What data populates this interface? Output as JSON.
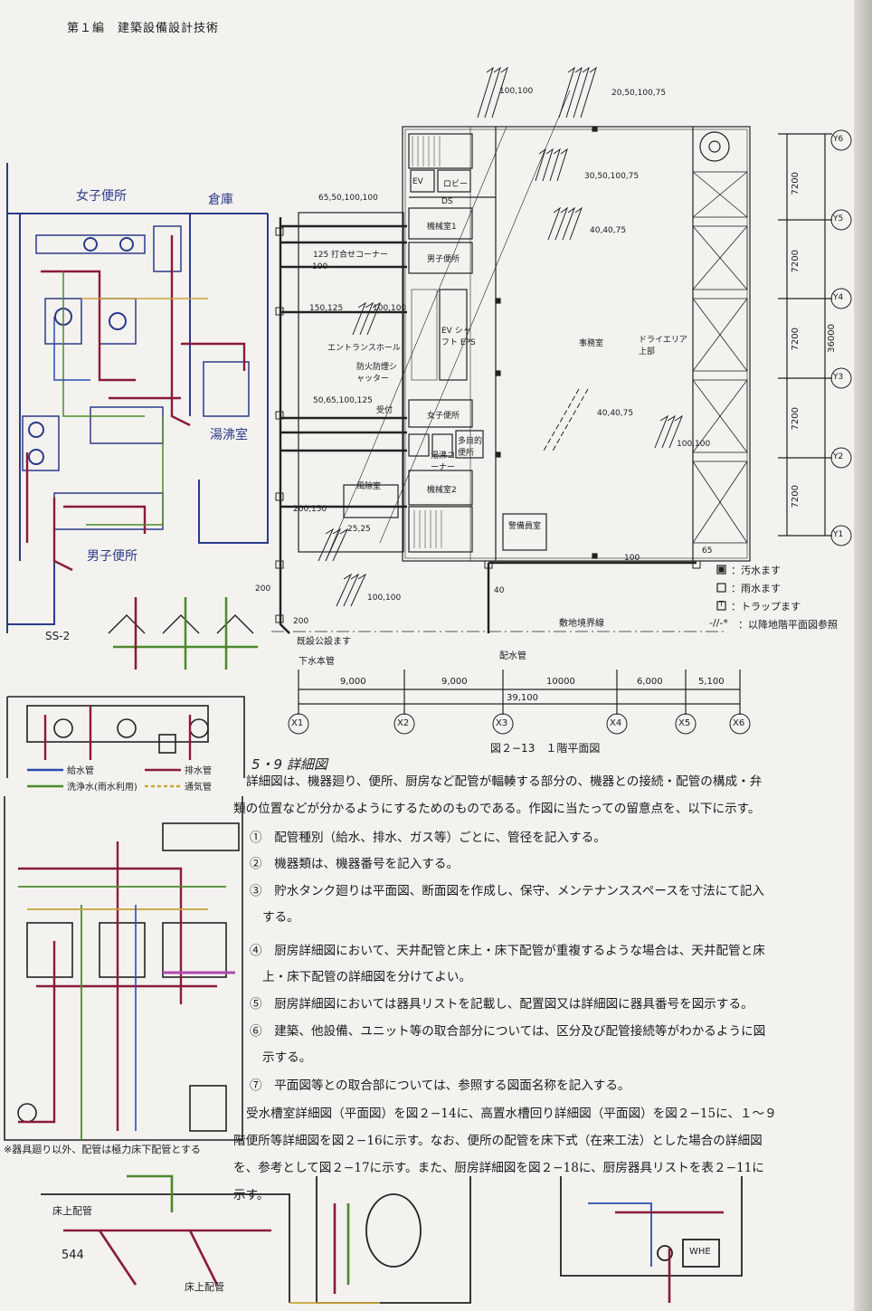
{
  "header": {
    "text": "第１編　建築設備設計技術"
  },
  "page_number": "544",
  "figure": {
    "caption": "図２−13　１階平面図",
    "rooms": {
      "stair_ev": "EV",
      "lobby": "ロビー",
      "ds": "DS",
      "mech1": "機械室1",
      "mens_wc": "男子便所",
      "meeting": "125 打合せコーナー",
      "ev_shaft": "EV シャフト EPS",
      "office": "事務室",
      "dry_area": "ドライエリア上部",
      "entrance": "エントランスホール",
      "shutter": "防火防煙シャッター",
      "reception": "受付",
      "womens_wc": "女子便所",
      "multi_wc": "多目的便所",
      "kitchen": "湯沸コーナー",
      "wind": "風除室",
      "mech2": "機械室2",
      "security": "警備員室",
      "boundary": "敷地境界線",
      "sewer_exist": "既設公設ます",
      "sewer_main": "下水本管",
      "water_main": "配水管"
    },
    "pipe_labels": [
      "100,100",
      "20,50,100,75",
      "30,50,100,75",
      "65,50,100,100",
      "40,40,75",
      "150,125",
      "100,100",
      "50,65,100,125",
      "40,40,75",
      "100,100",
      "200,150",
      "25,25",
      "100,100",
      "100",
      "100",
      "200",
      "200",
      "40",
      "65"
    ],
    "x_dims": [
      "9,000",
      "9,000",
      "10000",
      "6,000",
      "5,100"
    ],
    "x_total": "39,100",
    "x_axes": [
      "X1",
      "X2",
      "X3",
      "X4",
      "X5",
      "X6"
    ],
    "y_dims": [
      "7200",
      "7200",
      "7200",
      "7200",
      "7200"
    ],
    "y_total": "36000",
    "y_axes": [
      "Y6",
      "Y5",
      "Y4",
      "Y3",
      "Y2",
      "Y1"
    ],
    "legend": [
      {
        "symbol": "◙",
        "text": "：汚水ます"
      },
      {
        "symbol": "□",
        "text": "：雨水ます"
      },
      {
        "symbol": "T",
        "text": "：トラップます"
      },
      {
        "symbol": "-//-*",
        "text": "：以降地階平面図参照"
      }
    ]
  },
  "handwritten": {
    "womens_wc": "女子便所",
    "storage": "倉庫",
    "kitchenette": "湯沸室",
    "mens_wc": "男子便所",
    "ss": "SS-2",
    "legend_supply": "給水管",
    "legend_drain": "排水管",
    "legend_flush": "洗浄水(雨水利用)",
    "legend_vent": "通気管",
    "note": "※器具廻り以外、配管は極力床下配管とする",
    "floor_above": "床上配管",
    "floor_above2": "床上配管"
  },
  "section": {
    "title": "5・9 詳細図",
    "intro": [
      "詳細図は、機器廻り、便所、厨房など配管が輻輳する部分の、機器との接続・配管の構成・弁",
      "類の位置などが分かるようにするためのものである。作図に当たっての留意点を、以下に示す。"
    ],
    "items": [
      {
        "num": "①",
        "lines": [
          "配管種別（給水、排水、ガス等）ごとに、管径を記入する。"
        ]
      },
      {
        "num": "②",
        "lines": [
          "機器類は、機器番号を記入する。"
        ]
      },
      {
        "num": "③",
        "lines": [
          "貯水タンク廻りは平面図、断面図を作成し、保守、メンテナンススペースを寸法にて記入",
          "する。"
        ]
      },
      {
        "num": "④",
        "lines": [
          "厨房詳細図において、天井配管と床上・床下配管が重複するような場合は、天井配管と床",
          "上・床下配管の詳細図を分けてよい。"
        ]
      },
      {
        "num": "⑤",
        "lines": [
          "厨房詳細図においては器具リストを記載し、配置図又は詳細図に器具番号を図示する。"
        ]
      },
      {
        "num": "⑥",
        "lines": [
          "建築、他設備、ユニット等の取合部分については、区分及び配管接続等がわかるように図",
          "示する。"
        ]
      },
      {
        "num": "⑦",
        "lines": [
          "平面図等との取合部については、参照する図面名称を記入する。"
        ]
      }
    ],
    "closing": [
      "受水槽室詳細図（平面図）を図２−14に、高置水槽回り詳細図（平面図）を図２−15に、１〜９",
      "階便所等詳細図を図２−16に示す。なお、便所の配管を床下式（在来工法）とした場合の詳細図",
      "を、参考として図２−17に示す。また、厨房詳細図を図２−18に、厨房器具リストを表２−11に",
      "示す。"
    ]
  },
  "sketch_labels": {
    "whe": "WHE"
  }
}
